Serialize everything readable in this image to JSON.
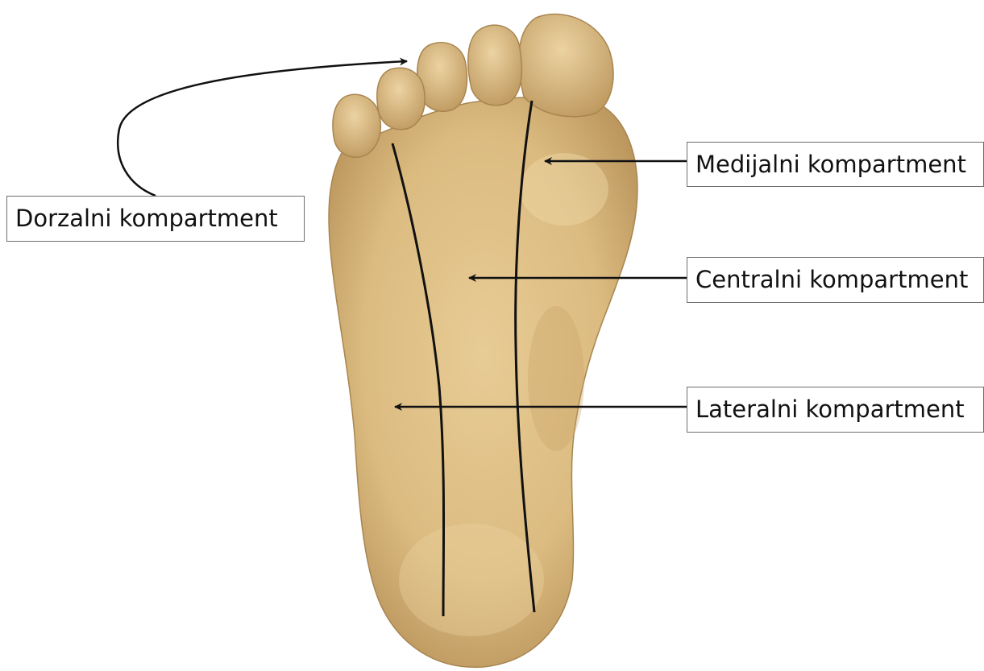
{
  "labels": {
    "dorzalni": "Dorzalni kompartment",
    "medijalni": "Medijalni kompartment",
    "centralni": "Centralni kompartment",
    "lateralni": "Lateralni kompartment"
  },
  "colors": {
    "skin": "#d8b77c",
    "skin_shadow": "#b8935a",
    "line": "#111111",
    "box_border": "#6e6e6e"
  }
}
